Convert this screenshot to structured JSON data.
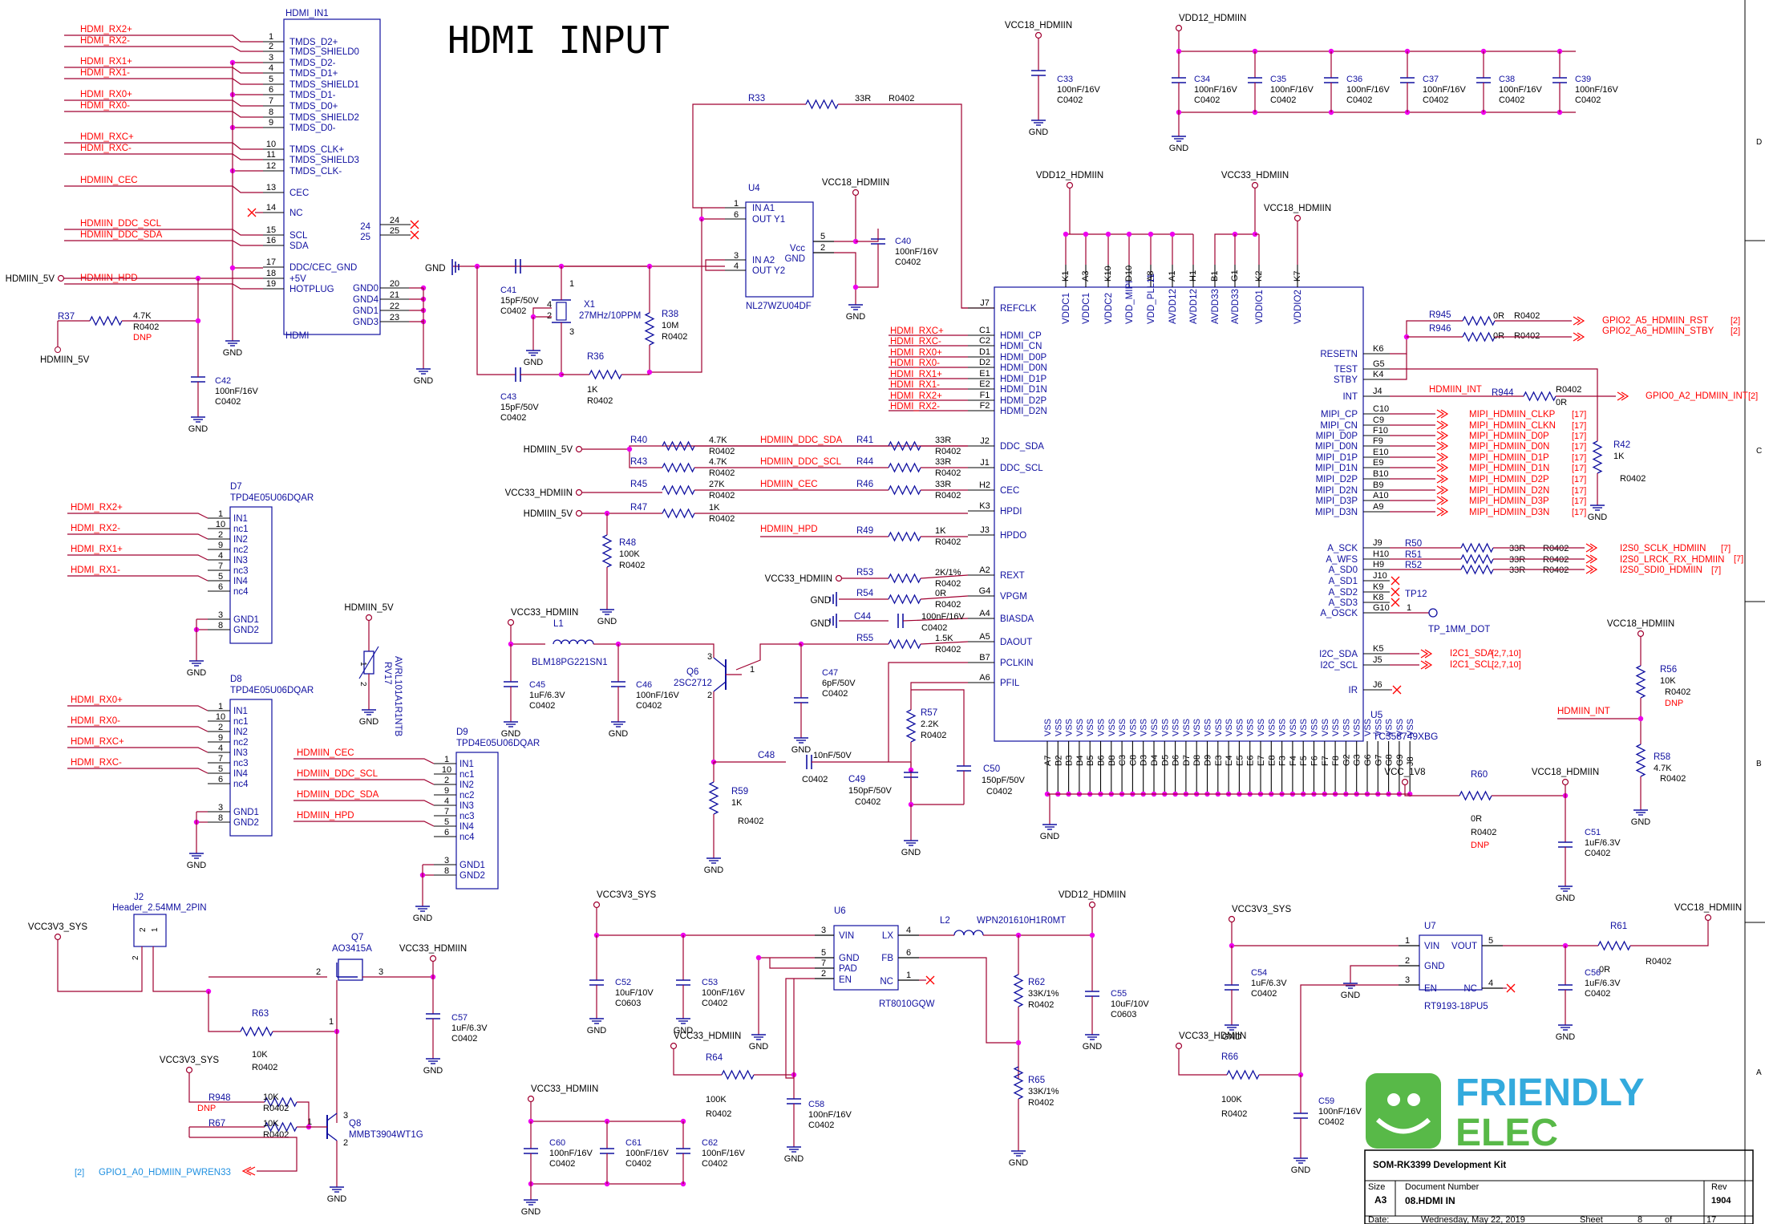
{
  "title": "HDMI INPUT",
  "colors": {
    "wire": "#a00030",
    "symbol": "#1010a0",
    "label": "#ff0000",
    "pin": "#000000",
    "junction": "#ee00ee",
    "logo": "#33aadd",
    "logo_green": "#58b948"
  },
  "title_block": {
    "project": "SOM-RK3399 Development Kit",
    "size_label": "Size",
    "size": "A3",
    "docnum_label": "Document Number",
    "docnum": "08.HDMI IN",
    "rev_label": "Rev",
    "rev": "1904",
    "date_label": "Date:",
    "date": "Wednesday, May 22, 2019",
    "sheet_label": "Sheet",
    "sheet": "8",
    "of_label": "of",
    "total": "17"
  },
  "logo": {
    "line1": "FRIENDLY",
    "line2": "ELEC"
  },
  "border": [
    "D",
    "C",
    "B",
    "A"
  ],
  "connector": {
    "ref": "HDMI_IN1",
    "name": "HDMI",
    "pins": [
      {
        "n": "1",
        "name": "TMDS_D2+",
        "net": "HDMI_RX2+"
      },
      {
        "n": "2",
        "name": "TMDS_SHIELD0",
        "net": "HDMI_RX2-"
      },
      {
        "n": "3",
        "name": "TMDS_D2-",
        "net": ""
      },
      {
        "n": "4",
        "name": "TMDS_D1+",
        "net": "HDMI_RX1+"
      },
      {
        "n": "5",
        "name": "TMDS_SHIELD1",
        "net": "HDMI_RX1-"
      },
      {
        "n": "6",
        "name": "TMDS_D1-",
        "net": ""
      },
      {
        "n": "7",
        "name": "TMDS_D0+",
        "net": "HDMI_RX0+"
      },
      {
        "n": "8",
        "name": "TMDS_SHIELD2",
        "net": "HDMI_RX0-"
      },
      {
        "n": "9",
        "name": "TMDS_D0-",
        "net": ""
      },
      {
        "n": "10",
        "name": "TMDS_CLK+",
        "net": "HDMI_RXC+"
      },
      {
        "n": "11",
        "name": "TMDS_SHIELD3",
        "net": "HDMI_RXC-"
      },
      {
        "n": "12",
        "name": "TMDS_CLK-",
        "net": ""
      },
      {
        "n": "13",
        "name": "CEC",
        "net": "HDMIIN_CEC"
      },
      {
        "n": "14",
        "name": "NC",
        "net": ""
      },
      {
        "n": "15",
        "name": "SCL",
        "net": "HDMIIN_DDC_SCL"
      },
      {
        "n": "16",
        "name": "SDA",
        "net": "HDMIIN_DDC_SDA"
      },
      {
        "n": "17",
        "name": "DDC/CEC_GND",
        "net": ""
      },
      {
        "n": "18",
        "name": "+5V",
        "net": "HDMIIN_5V"
      },
      {
        "n": "19",
        "name": "HOTPLUG",
        "net": "HDMIIN_HPD"
      }
    ],
    "gnd_pins": [
      {
        "n": "20",
        "name": "GND0"
      },
      {
        "n": "21",
        "name": "GND4"
      },
      {
        "n": "22",
        "name": "GND1"
      },
      {
        "n": "23",
        "name": "GND3"
      }
    ],
    "aux_pins": [
      "24",
      "25"
    ],
    "aux_right": [
      "24",
      "25"
    ]
  },
  "tvs": [
    {
      "ref": "D7",
      "part": "TPD4E05U06DQAR",
      "pins": [
        {
          "n": "1",
          "name": "IN1",
          "net": "HDMI_RX2+"
        },
        {
          "n": "10",
          "name": "nc1",
          "net": ""
        },
        {
          "n": "2",
          "name": "IN2",
          "net": "HDMI_RX2-"
        },
        {
          "n": "9",
          "name": "nc2",
          "net": ""
        },
        {
          "n": "4",
          "name": "IN3",
          "net": "HDMI_RX1+"
        },
        {
          "n": "7",
          "name": "nc3",
          "net": ""
        },
        {
          "n": "5",
          "name": "IN4",
          "net": "HDMI_RX1-"
        },
        {
          "n": "6",
          "name": "nc4",
          "net": ""
        }
      ],
      "gnd": [
        {
          "n": "3",
          "name": "GND1"
        },
        {
          "n": "8",
          "name": "GND2"
        }
      ]
    },
    {
      "ref": "D8",
      "part": "TPD4E05U06DQAR",
      "pins": [
        {
          "n": "1",
          "name": "IN1",
          "net": "HDMI_RX0+"
        },
        {
          "n": "10",
          "name": "nc1",
          "net": ""
        },
        {
          "n": "2",
          "name": "IN2",
          "net": "HDMI_RX0-"
        },
        {
          "n": "9",
          "name": "nc2",
          "net": ""
        },
        {
          "n": "4",
          "name": "IN3",
          "net": "HDMI_RXC+"
        },
        {
          "n": "7",
          "name": "nc3",
          "net": ""
        },
        {
          "n": "5",
          "name": "IN4",
          "net": "HDMI_RXC-"
        },
        {
          "n": "6",
          "name": "nc4",
          "net": ""
        }
      ],
      "gnd": [
        {
          "n": "3",
          "name": "GND1"
        },
        {
          "n": "8",
          "name": "GND2"
        }
      ]
    },
    {
      "ref": "D9",
      "part": "TPD4E05U06DQAR",
      "pins": [
        {
          "n": "1",
          "name": "IN1",
          "net": "HDMIIN_CEC"
        },
        {
          "n": "10",
          "name": "nc1",
          "net": ""
        },
        {
          "n": "2",
          "name": "IN2",
          "net": "HDMIIN_DDC_SCL"
        },
        {
          "n": "9",
          "name": "nc2",
          "net": ""
        },
        {
          "n": "4",
          "name": "IN3",
          "net": "HDMIIN_DDC_SDA"
        },
        {
          "n": "7",
          "name": "nc3",
          "net": ""
        },
        {
          "n": "5",
          "name": "IN4",
          "net": "HDMIIN_HPD"
        },
        {
          "n": "6",
          "name": "nc4",
          "net": ""
        }
      ],
      "gnd": [
        {
          "n": "3",
          "name": "GND1"
        },
        {
          "n": "8",
          "name": "GND2"
        }
      ]
    }
  ],
  "u5": {
    "ref": "U5",
    "part": "TC358749XBG",
    "top_pins": [
      {
        "n": "K1",
        "name": "VDDC1"
      },
      {
        "n": "A3",
        "name": "VDDC1"
      },
      {
        "n": "K10",
        "name": "VDDC2"
      },
      {
        "n": "D10",
        "name": "VDD_MIPI"
      },
      {
        "n": "A8",
        "name": "VDD_PLL11"
      },
      {
        "n": "A1",
        "name": "AVDD12"
      },
      {
        "n": "H1",
        "name": "AVDD12"
      },
      {
        "n": "B1",
        "name": "AVDD33"
      },
      {
        "n": "G1",
        "name": "AVDD33"
      },
      {
        "n": "K2",
        "name": "VDDIO1"
      },
      {
        "n": "K7",
        "name": "VDDIO2"
      }
    ],
    "left_pins": [
      {
        "n": "J7",
        "name": "REFCLK",
        "net": ""
      },
      {
        "n": "C1",
        "name": "HDMI_CP",
        "net": "HDMI_RXC+"
      },
      {
        "n": "C2",
        "name": "HDMI_CN",
        "net": "HDMI_RXC-"
      },
      {
        "n": "D1",
        "name": "HDMI_D0P",
        "net": "HDMI_RX0+"
      },
      {
        "n": "D2",
        "name": "HDMI_D0N",
        "net": "HDMI_RX0-"
      },
      {
        "n": "E1",
        "name": "HDMI_D1P",
        "net": "HDMI_RX1+"
      },
      {
        "n": "E2",
        "name": "HDMI_D1N",
        "net": "HDMI_RX1-"
      },
      {
        "n": "F1",
        "name": "HDMI_D2P",
        "net": "HDMI_RX2+"
      },
      {
        "n": "F2",
        "name": "HDMI_D2N",
        "net": "HDMI_RX2-"
      },
      {
        "n": "J2",
        "name": "DDC_SDA",
        "net": ""
      },
      {
        "n": "J1",
        "name": "DDC_SCL",
        "net": ""
      },
      {
        "n": "H2",
        "name": "CEC",
        "net": ""
      },
      {
        "n": "K3",
        "name": "HPDI",
        "net": ""
      },
      {
        "n": "J3",
        "name": "HPDO",
        "net": ""
      },
      {
        "n": "A2",
        "name": "REXT",
        "net": ""
      },
      {
        "n": "G4",
        "name": "VPGM",
        "net": ""
      },
      {
        "n": "A4",
        "name": "BIASDA",
        "net": ""
      },
      {
        "n": "A5",
        "name": "DAOUT",
        "net": ""
      },
      {
        "n": "B7",
        "name": "PCLKIN",
        "net": ""
      },
      {
        "n": "A6",
        "name": "PFIL",
        "net": ""
      }
    ],
    "right_pins": [
      {
        "n": "K6",
        "name": "RESETN"
      },
      {
        "n": "G5",
        "name": "TEST"
      },
      {
        "n": "K4",
        "name": "STBY"
      },
      {
        "n": "J4",
        "name": "INT"
      },
      {
        "n": "C10",
        "name": "MIPI_CP"
      },
      {
        "n": "C9",
        "name": "MIPI_CN"
      },
      {
        "n": "F10",
        "name": "MIPI_D0P"
      },
      {
        "n": "F9",
        "name": "MIPI_D0N"
      },
      {
        "n": "E10",
        "name": "MIPI_D1P"
      },
      {
        "n": "E9",
        "name": "MIPI_D1N"
      },
      {
        "n": "B10",
        "name": "MIPI_D2P"
      },
      {
        "n": "B9",
        "name": "MIPI_D2N"
      },
      {
        "n": "A10",
        "name": "MIPI_D3P"
      },
      {
        "n": "A9",
        "name": "MIPI_D3N"
      },
      {
        "n": "J9",
        "name": "A_SCK"
      },
      {
        "n": "H10",
        "name": "A_WFS"
      },
      {
        "n": "H9",
        "name": "A_SD0"
      },
      {
        "n": "J10",
        "name": "A_SD1"
      },
      {
        "n": "K9",
        "name": "A_SD2"
      },
      {
        "n": "K8",
        "name": "A_SD3"
      },
      {
        "n": "G10",
        "name": "A_OSCK"
      },
      {
        "n": "K5",
        "name": "I2C_SDA"
      },
      {
        "n": "J5",
        "name": "I2C_SCL"
      },
      {
        "n": "J6",
        "name": "IR"
      }
    ],
    "mipi_nets": [
      "MIPI_HDMIIN_CLKP",
      "MIPI_HDMIIN_CLKN",
      "MIPI_HDMIIN_D0P",
      "MIPI_HDMIIN_D0N",
      "MIPI_HDMIIN_D1P",
      "MIPI_HDMIIN_D1N",
      "MIPI_HDMIIN_D2P",
      "MIPI_HDMIIN_D2N",
      "MIPI_HDMIIN_D3P",
      "MIPI_HDMIIN_D3N"
    ],
    "mipi_refs": [
      "[17]",
      "[17]",
      "[17]",
      "[17]",
      "[17]",
      "[17]",
      "[17]",
      "[17]",
      "[17]",
      "[17]"
    ],
    "vss_label": "VSS",
    "vss_pins": [
      "A7",
      "B2",
      "B3",
      "B4",
      "B5",
      "B6",
      "B8",
      "C3",
      "C8",
      "D3",
      "D4",
      "D5",
      "D6",
      "D7",
      "D8",
      "D9",
      "E3",
      "E4",
      "E5",
      "E6",
      "E7",
      "E8",
      "F3",
      "F4",
      "F5",
      "F6",
      "F7",
      "F8",
      "G2",
      "G3",
      "G6",
      "G7",
      "G8",
      "G9",
      "J8"
    ]
  },
  "u4": {
    "ref": "U4",
    "part": "NL27WZU04DF",
    "pins": [
      {
        "n": "1",
        "name": "IN A1"
      },
      {
        "n": "6",
        "name": "OUT Y1"
      },
      {
        "n": "3",
        "name": "IN A2"
      },
      {
        "n": "4",
        "name": "OUT Y2"
      }
    ],
    "vcc": "Vcc",
    "gnd": "GND",
    "vn": "5",
    "gn": "2"
  },
  "x1": {
    "ref": "X1",
    "part": "27MHz/10PPM",
    "p": [
      "4",
      "2",
      "1",
      "3"
    ]
  },
  "resistors": [
    {
      "ref": "R33",
      "val": "33R",
      "pkg": "R0402"
    },
    {
      "ref": "R36",
      "val": "1K",
      "pkg": "R0402"
    },
    {
      "ref": "R38",
      "val": "10M",
      "pkg": "R0402"
    },
    {
      "ref": "R37",
      "val": "4.7K",
      "pkg": "R0402",
      "dnp": "DNP"
    },
    {
      "ref": "R40",
      "val": "4.7K",
      "pkg": "R0402"
    },
    {
      "ref": "R41",
      "val": "33R",
      "pkg": "R0402"
    },
    {
      "ref": "R43",
      "val": "4.7K",
      "pkg": "R0402"
    },
    {
      "ref": "R44",
      "val": "33R",
      "pkg": "R0402"
    },
    {
      "ref": "R45",
      "val": "27K",
      "pkg": "R0402"
    },
    {
      "ref": "R46",
      "val": "33R",
      "pkg": "R0402"
    },
    {
      "ref": "R47",
      "val": "1K",
      "pkg": "R0402"
    },
    {
      "ref": "R48",
      "val": "100K",
      "pkg": "R0402"
    },
    {
      "ref": "R49",
      "val": "1K",
      "pkg": "R0402"
    },
    {
      "ref": "R53",
      "val": "2K/1%",
      "pkg": "R0402"
    },
    {
      "ref": "R54",
      "val": "0R",
      "pkg": "R0402"
    },
    {
      "ref": "R55",
      "val": "1.5K",
      "pkg": "R0402"
    },
    {
      "ref": "R57",
      "val": "2.2K",
      "pkg": "R0402"
    },
    {
      "ref": "R59",
      "val": "1K",
      "pkg": "R0402"
    },
    {
      "ref": "R945",
      "val": "0R",
      "pkg": "R0402"
    },
    {
      "ref": "R946",
      "val": "0R",
      "pkg": "R0402"
    },
    {
      "ref": "R944",
      "val": "0R",
      "pkg": "R0402"
    },
    {
      "ref": "R42",
      "val": "1K",
      "pkg": "R0402"
    },
    {
      "ref": "R50",
      "val": "33R",
      "pkg": "R0402"
    },
    {
      "ref": "R51",
      "val": "33R",
      "pkg": "R0402"
    },
    {
      "ref": "R52",
      "val": "33R",
      "pkg": "R0402"
    },
    {
      "ref": "R56",
      "val": "10K",
      "pkg": "R0402",
      "dnp": "DNP"
    },
    {
      "ref": "R58",
      "val": "4.7K",
      "pkg": "R0402"
    },
    {
      "ref": "R60",
      "val": "0R",
      "pkg": "R0402",
      "dnp": "DNP"
    },
    {
      "ref": "R61",
      "val": "0R",
      "pkg": "R0402"
    },
    {
      "ref": "R62",
      "val": "33K/1%",
      "pkg": "R0402"
    },
    {
      "ref": "R65",
      "val": "33K/1%",
      "pkg": "R0402"
    },
    {
      "ref": "R64",
      "val": "100K",
      "pkg": "R0402"
    },
    {
      "ref": "R66",
      "val": "100K",
      "pkg": "R0402"
    },
    {
      "ref": "R63",
      "val": "10K",
      "pkg": "R0402"
    },
    {
      "ref": "R948",
      "val": "10K",
      "pkg": "R0402",
      "dnp": "DNP"
    },
    {
      "ref": "R67",
      "val": "10K",
      "pkg": "R0402"
    }
  ],
  "capacitors": [
    {
      "ref": "C33",
      "val": "100nF/16V",
      "pkg": "C0402"
    },
    {
      "ref": "C34",
      "val": "100nF/16V",
      "pkg": "C0402"
    },
    {
      "ref": "C35",
      "val": "100nF/16V",
      "pkg": "C0402"
    },
    {
      "ref": "C36",
      "val": "100nF/16V",
      "pkg": "C0402"
    },
    {
      "ref": "C37",
      "val": "100nF/16V",
      "pkg": "C0402"
    },
    {
      "ref": "C38",
      "val": "100nF/16V",
      "pkg": "C0402"
    },
    {
      "ref": "C39",
      "val": "100nF/16V",
      "pkg": "C0402"
    },
    {
      "ref": "C40",
      "val": "100nF/16V",
      "pkg": "C0402"
    },
    {
      "ref": "C41",
      "val": "15pF/50V",
      "pkg": "C0402"
    },
    {
      "ref": "C43",
      "val": "15pF/50V",
      "pkg": "C0402"
    },
    {
      "ref": "C42",
      "val": "100nF/16V",
      "pkg": "C0402"
    },
    {
      "ref": "C44",
      "val": "100nF/16V",
      "pkg": "C0402"
    },
    {
      "ref": "C45",
      "val": "1uF/6.3V",
      "pkg": "C0402"
    },
    {
      "ref": "C46",
      "val": "100nF/16V",
      "pkg": "C0402"
    },
    {
      "ref": "C47",
      "val": "6pF/50V",
      "pkg": "C0402"
    },
    {
      "ref": "C48",
      "val": "10nF/50V",
      "pkg": "C0402"
    },
    {
      "ref": "C49",
      "val": "150pF/50V",
      "pkg": "C0402"
    },
    {
      "ref": "C50",
      "val": "150pF/50V",
      "pkg": "C0402"
    },
    {
      "ref": "C51",
      "val": "1uF/6.3V",
      "pkg": "C0402"
    },
    {
      "ref": "C52",
      "val": "10uF/10V",
      "pkg": "C0603"
    },
    {
      "ref": "C53",
      "val": "100nF/16V",
      "pkg": "C0402"
    },
    {
      "ref": "C55",
      "val": "10uF/10V",
      "pkg": "C0603"
    },
    {
      "ref": "C54",
      "val": "1uF/6.3V",
      "pkg": "C0402"
    },
    {
      "ref": "C56",
      "val": "1uF/6.3V",
      "pkg": "C0402"
    },
    {
      "ref": "C57",
      "val": "1uF/6.3V",
      "pkg": "C0402"
    },
    {
      "ref": "C58",
      "val": "100nF/16V",
      "pkg": "C0402"
    },
    {
      "ref": "C59",
      "val": "100nF/16V",
      "pkg": "C0402"
    },
    {
      "ref": "C60",
      "val": "100nF/16V",
      "pkg": "C0402"
    },
    {
      "ref": "C61",
      "val": "100nF/16V",
      "pkg": "C0402"
    },
    {
      "ref": "C62",
      "val": "100nF/16V",
      "pkg": "C0402"
    }
  ],
  "misc": {
    "l1": {
      "ref": "L1",
      "part": "BLM18PG221SN1"
    },
    "l2": {
      "ref": "L2",
      "part": "WPN201610H1R0MT"
    },
    "q6": {
      "ref": "Q6",
      "part": "2SC2712",
      "p": [
        "3",
        "1",
        "2"
      ]
    },
    "q7": {
      "ref": "Q7",
      "part": "AO3415A",
      "p": [
        "2",
        "3",
        "1"
      ]
    },
    "q8": {
      "ref": "Q8",
      "part": "MMBT3904WT1G",
      "p": [
        "1",
        "3",
        "2"
      ]
    },
    "rv17": {
      "ref": "RV17",
      "part": "AVRL101A1R1NTB",
      "p": [
        "1",
        "2"
      ]
    },
    "j2": {
      "ref": "J2",
      "part": "Header_2.54MM_2PIN",
      "p": [
        "2",
        "1"
      ]
    },
    "tp12": {
      "ref": "TP12",
      "part": "TP_1MM_DOT",
      "p": "1"
    },
    "u6": {
      "ref": "U6",
      "part": "RT8010GQW",
      "pins": [
        "VIN",
        "LX",
        "GND",
        "FB",
        "PAD",
        "NC",
        "EN"
      ],
      "nums": [
        "3",
        "4",
        "5",
        "6",
        "7",
        "1",
        "2"
      ]
    },
    "u7": {
      "ref": "U7",
      "part": "RT9193-18PU5",
      "pins": [
        "VIN",
        "VOUT",
        "GND",
        "EN",
        "NC"
      ],
      "nums": [
        "1",
        "5",
        "2",
        "3",
        "4"
      ]
    }
  },
  "nets": {
    "gnd": "GND",
    "vcc18": "VCC18_HDMIIN",
    "vdd12": "VDD12_HDMIIN",
    "vcc33": "VCC33_HDMIIN",
    "v5": "HDMIIN_5V",
    "sys": "VCC3V3_SYS",
    "v18": "VCC_1V8",
    "gpio_rst": "GPIO2_A5_HDMIIN_RST",
    "gpio_stby": "GPIO2_A6_HDMIIN_STBY",
    "gpio_ref": "[2]",
    "int_net": "HDMIIN_INT",
    "gpio_int": "GPIO0_A2_HDMIIN_INT",
    "i2s_sck": "I2S0_SCLK_HDMIIN",
    "i2s_lrck": "I2S0_LRCK_RX_HDMIIN",
    "i2s_sd0": "I2S0_SDI0_HDMIIN",
    "i2s_ref": "[7]",
    "i2c_sda": "I2C1_SDA",
    "i2c_scl": "I2C1_SCL",
    "i2c_ref": "[2,7,10]",
    "pwr_net": "GPIO1_A0_HDMIIN_PWREN33",
    "ddc_sda": "HDMIIN_DDC_SDA",
    "ddc_scl": "HDMIIN_DDC_SCL",
    "cec": "HDMIIN_CEC",
    "hpd": "HDMIIN_HPD"
  }
}
